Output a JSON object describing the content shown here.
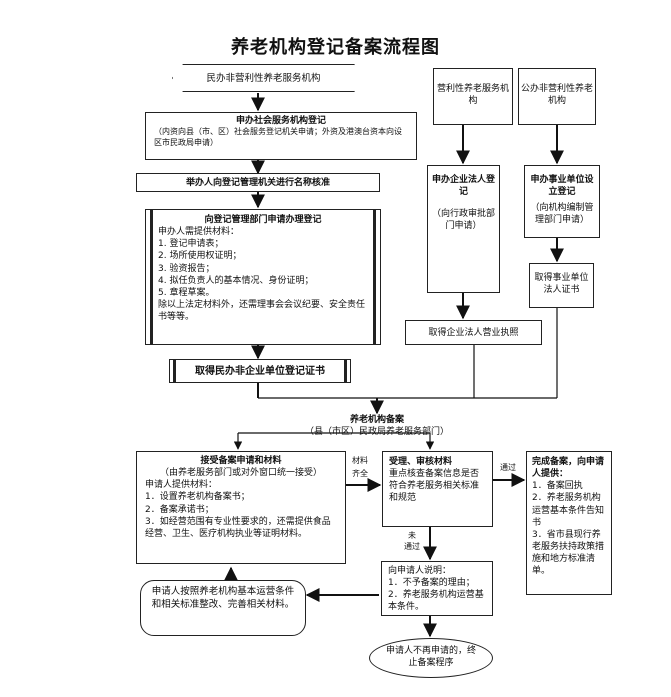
{
  "title": "养老机构登记备案流程图",
  "left": {
    "header": "民办非营利性养老服务机构",
    "social": {
      "title": "申办社会服务机构登记",
      "note": "（内资向县（市、区）社会服务登记机关申请；外资及港澳台资本向设区市民政局申请）"
    },
    "name_check": "举办人向登记管理机关进行名称核准",
    "apply": {
      "title": "向登记管理部门申请办理登记",
      "intro": "申办人需提供材料：",
      "items": [
        "1.    登记申请表；",
        "2.    场所使用权证明；",
        "3.    验资报告；",
        "4.    拟任负责人的基本情况、身份证明；",
        "5.    章程草案。"
      ],
      "note": "除以上法定材料外，还需理事会会议纪要、安全责任书等等。"
    },
    "cert": "取得民办非企业单位登记证书"
  },
  "middle": {
    "header": "营利性养老服务机构",
    "enterprise": {
      "title": "申办企业法人登记",
      "note": "（向行政审批部门申请）"
    },
    "license": "取得企业法人营业执照"
  },
  "right": {
    "header": "公办非营利性养老机构",
    "public": {
      "title": "申办事业单位设立登记",
      "note": "（向机构编制管理部门申请）"
    },
    "cert": "取得事业单位法人证书"
  },
  "filing": {
    "title": "养老机构备案",
    "subtitle": "（县（市区）民政局养老服务部门）",
    "accept": {
      "title": "接受备案申请和材料",
      "note": "（由养老服务部门或对外窗口统一接受）",
      "intro": "申请人提供材料：",
      "items": [
        "1．设置养老机构备案书；",
        "2．备案承诺书；",
        "3．如经营范围有专业性要求的，还需提供食品经营、卫生、医疗机构执业等证明材料。"
      ]
    },
    "review": {
      "title": "受理、审核材料",
      "body": "重点核查备案信息是否符合养老服务相关标准和规范"
    },
    "complete": {
      "title": "完成备案，向申请人提供：",
      "items": [
        "1．备案回执",
        "2．养老服务机构运营基本条件告知书",
        "3．省市县现行养老服务扶持政策措施和地方标准清单。"
      ]
    },
    "notify": {
      "title": "向申请人说明：",
      "items": [
        "1．不予备案的理由；",
        "2．养老服务机构运营基本条件。"
      ]
    },
    "rectify": "申请人按照养老机构基本运营条件和相关标准整改、完善相关材料。",
    "end": "申请人不再申请的，终止备案程序",
    "labels": {
      "materials_1": "材料",
      "materials_2": "齐全",
      "passed": "通过",
      "failed_1": "未",
      "failed_2": "通过"
    }
  }
}
